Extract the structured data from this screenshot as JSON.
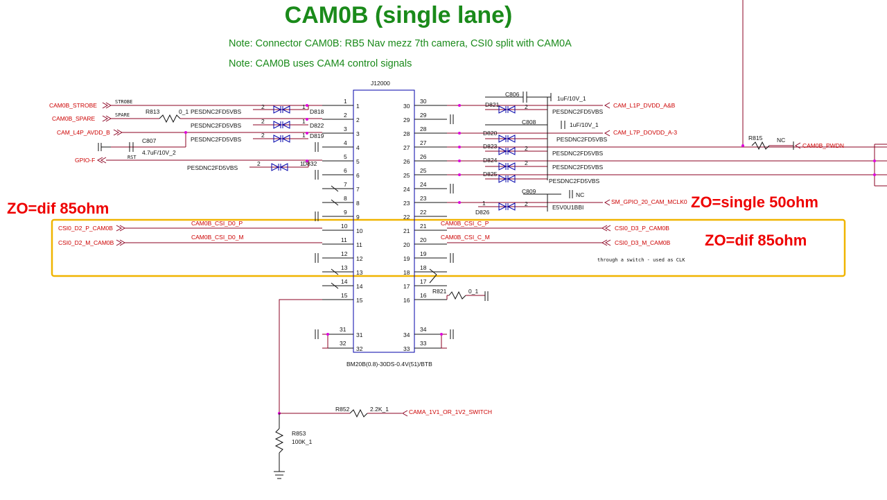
{
  "header": {
    "title": "CAM0B (single lane)",
    "note1": "Note: Connector CAM0B:  RB5 Nav mezz 7th camera, CSI0 split with CAM0A",
    "note2": "Note: CAM0B uses CAM4 control signals"
  },
  "annotations": {
    "zo_left": "ZO=dif 85ohm",
    "zo_single": "ZO=single 50ohm",
    "zo_right": "ZO=dif 85ohm",
    "through_switch": "through a switch - used as CLK"
  },
  "connector": {
    "ref": "J12000",
    "part": "BM20B(0.8)-30DS-0.4V(51)/BTB",
    "left_pins": [
      "1",
      "2",
      "3",
      "4",
      "5",
      "6",
      "7",
      "8",
      "9",
      "10",
      "11",
      "12",
      "13",
      "14",
      "15"
    ],
    "right_pins": [
      "30",
      "29",
      "28",
      "27",
      "26",
      "25",
      "24",
      "23",
      "22",
      "21",
      "20",
      "19",
      "18",
      "17",
      "16"
    ],
    "inner_left": [
      "1",
      "2",
      "3",
      "4",
      "5",
      "6",
      "7",
      "8",
      "9",
      "10",
      "11",
      "12",
      "13",
      "14",
      "15"
    ],
    "inner_right": [
      "30",
      "29",
      "28",
      "27",
      "26",
      "25",
      "24",
      "23",
      "22",
      "21",
      "20",
      "19",
      "18",
      "17",
      "16"
    ],
    "bottom_left": [
      "31",
      "32"
    ],
    "bottom_right": [
      "34",
      "33"
    ]
  },
  "left_nets": {
    "strobe": "CAM0B_STROBE",
    "strobe_alias": "STROBE",
    "spare": "CAM0B_SPARE",
    "spare_alias": "SPARE",
    "l4p": "CAM_L4P_AVDD_B",
    "gpio": "GPIO-F",
    "gpio_alias": "RST",
    "csi_d2p": "CSI0_D2_P_CAM0B",
    "csi_d2m": "CSI0_D2_M_CAM0B",
    "bus_d0p": "CAM0B_CSI_D0_P",
    "bus_d0m": "CAM0B_CSI_D0_M"
  },
  "right_nets": {
    "l1p": "CAM_L1P_DVDD_A&B",
    "l7p": "CAM_L7P_DOVDD_A-3",
    "pwdn": "CAM0B_PWDN",
    "mclk": "SM_GPIO_20_CAM_MCLK0",
    "csi_d3p": "CSI0_D3_P_CAM0B",
    "csi_d3m": "CSI0_D3_M_CAM0B",
    "bus_cp": "CAM0B_CSI_C_P",
    "bus_cm": "CAM0B_CSI_C_M",
    "switch": "CAMA_1V1_OR_1V2_SWITCH"
  },
  "components": {
    "r813": "R813",
    "r813_val": "0_1",
    "r815": "R815",
    "r815_val": "NC",
    "r821": "R821",
    "r821_val": "0_1",
    "r852": "R852",
    "r852_val": "2.2K_1",
    "r853": "R853",
    "r853_val": "100K_1",
    "c807": "C807",
    "c807_val": "4.7uF/10V_2",
    "c806": "C806",
    "c806_val": "1uF/10V_1",
    "c808": "C808",
    "c808_val": "1uF/10V_1",
    "c809": "C809",
    "c809_val": "NC",
    "tvs_part": "PESDNC2FD5VBS",
    "d818": "D818",
    "d819": "D819",
    "d822": "D822",
    "d832": "D832",
    "d820": "D820",
    "d821": "D821",
    "d823": "D823",
    "d824": "D824",
    "d825": "D825",
    "d826": "D826",
    "d826_part": "E5V0U1BBI",
    "d_pin1": "1",
    "d_pin2": "2"
  },
  "colors": {
    "title": "#1a8a1a",
    "zo": "#ee0000",
    "wire": "#8b0020",
    "highlight_box": "#f0b400",
    "junction": "#dd00dd",
    "diode": "#0000aa"
  }
}
